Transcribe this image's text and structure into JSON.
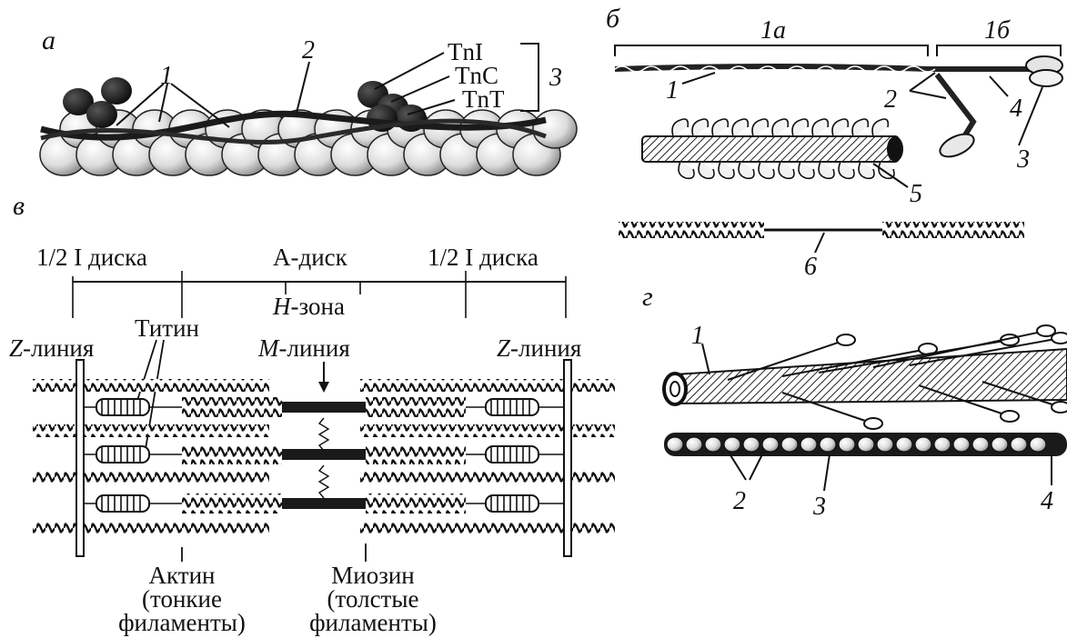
{
  "colors": {
    "ink": "#151515",
    "bead_light": "#e2e2e2",
    "bead_mid": "#b9b9b9",
    "bead_dark": "#1a1a1a",
    "paper": "#ffffff"
  },
  "panels": {
    "a": "а",
    "b": "б",
    "c": "в",
    "d": "г"
  },
  "panel_a": {
    "label_1": "1",
    "label_2": "2",
    "label_3": "3",
    "tnI": "TnI",
    "tnC": "TnC",
    "tnT": "TnT"
  },
  "panel_b": {
    "label_1a": "1а",
    "label_1b": "1б",
    "label_1": "1",
    "label_2": "2",
    "label_3": "3",
    "label_4": "4",
    "label_5": "5",
    "label_6": "6"
  },
  "panel_c": {
    "half_i_left": "1/2 I диска",
    "a_disk": "А-диск",
    "half_i_right": "1/2 I диска",
    "h_zone_letter": "H",
    "h_zone_rest": "-зона",
    "z_line_left_letter": "Z",
    "z_line_left_rest": "-линия",
    "titin": "Титин",
    "m_line_letter": "M",
    "m_line_rest": "-линия",
    "z_line_right_letter": "Z",
    "z_line_right_rest": "-линия",
    "actin_1": "Актин",
    "actin_2": "(тонкие",
    "actin_3": "филаменты)",
    "myosin_1": "Миозин",
    "myosin_2": "(толстые",
    "myosin_3": "филаменты)"
  },
  "panel_d": {
    "label_1": "1",
    "label_2": "2",
    "label_3": "3",
    "label_4": "4"
  }
}
